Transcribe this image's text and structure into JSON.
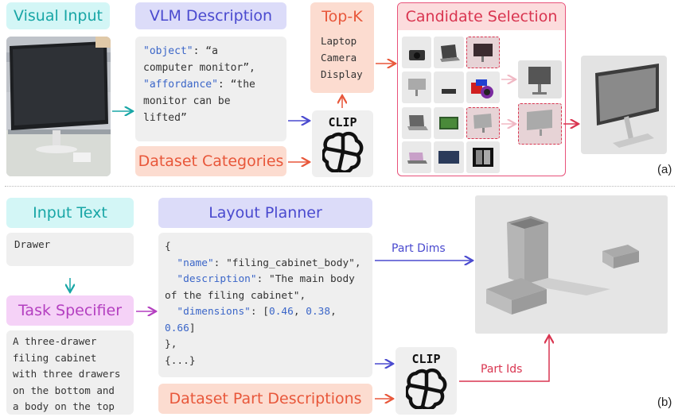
{
  "panel_a": {
    "visual_input_title": "Visual Input",
    "vlm_title": "VLM Description",
    "vlm_text": {
      "k1": "\"object\"",
      "v1a": ": “a",
      "v1b": "computer monitor”,",
      "k2": "\"affordance\"",
      "v2a": ": “the",
      "v2b": "monitor can be",
      "v2c": "lifted”"
    },
    "topk_title": "Top-K",
    "topk_items": [
      "Laptop",
      "Camera",
      "Display"
    ],
    "clip_label": "CLIP",
    "dataset_categories": "Dataset Categories",
    "candidate_title": "Candidate Selection",
    "tag": "(a)"
  },
  "panel_b": {
    "input_text_title": "Input Text",
    "input_text_value": "Drawer",
    "task_specifier_title": "Task Specifier",
    "task_output_lines": [
      "A three-drawer",
      "filing cabinet",
      "with three drawers",
      "on the bottom and",
      "a body on the top"
    ],
    "layout_planner_title": "Layout Planner",
    "json_lines": {
      "l0": "{",
      "name_key": "\"name\"",
      "name_val": ": \"filing_cabinet_body\",",
      "desc_key": "\"description\"",
      "desc_val": ": \"The main body",
      "desc_val2": "of the filing cabinet\",",
      "dims_key": "\"dimensions\"",
      "dims_colon": ": [",
      "d1": "0.46",
      "comma1": ", ",
      "d2": "0.38",
      "comma2": ",",
      "d3": "0.66",
      "dims_end": "]",
      "close": "},",
      "more": "{...}"
    },
    "part_dims_label": "Part Dims",
    "part_ids_label": "Part Ids",
    "clip_label": "CLIP",
    "dataset_part_descriptions": "Dataset Part Descriptions",
    "tag": "(b)"
  },
  "colors": {
    "teal": "#18a6a6",
    "blue": "#4a4acf",
    "orange": "#e8573a",
    "pink": "#d93550",
    "violet": "#b43fc0"
  }
}
